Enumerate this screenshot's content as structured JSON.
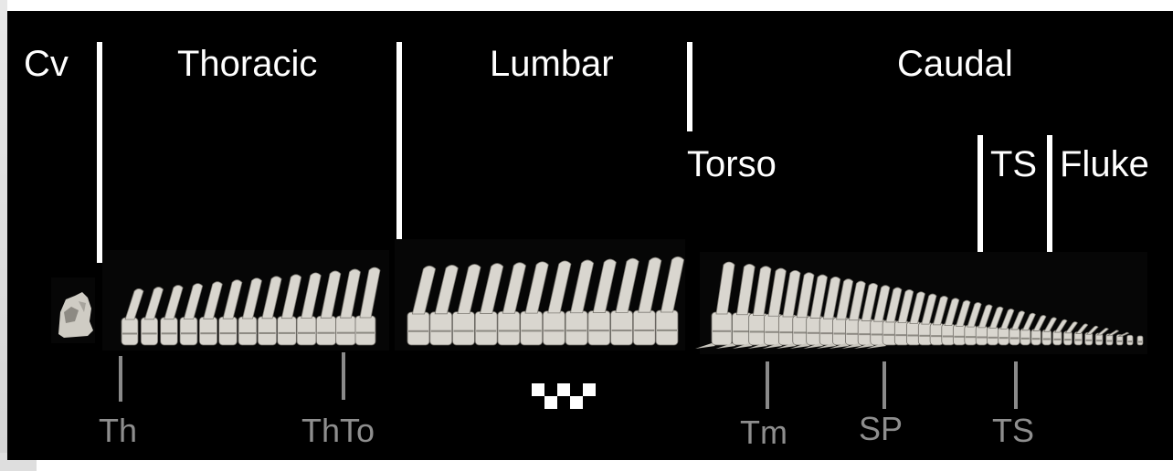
{
  "figure": {
    "region_labels": {
      "cervical": "Cv",
      "thoracic": "Thoracic",
      "lumbar": "Lumbar",
      "caudal": "Caudal"
    },
    "functional_labels": {
      "torso": "Torso",
      "tailstock": "TS",
      "fluke": "Fluke"
    },
    "transition_labels": {
      "th": "Th",
      "thto": "ThTo",
      "tm": "Tm",
      "sp": "SP",
      "ts": "TS"
    },
    "colors": {
      "background": "#000000",
      "primary_text": "#ffffff",
      "secondary_text": "#8e8e8e",
      "bone": "#d9d6cf"
    },
    "scale_bar": "checkered white/black scale bar",
    "segments": {
      "thoracic_vertebrae": 13,
      "lumbar_vertebrae": 12,
      "caudal_vertebrae": 36
    }
  }
}
